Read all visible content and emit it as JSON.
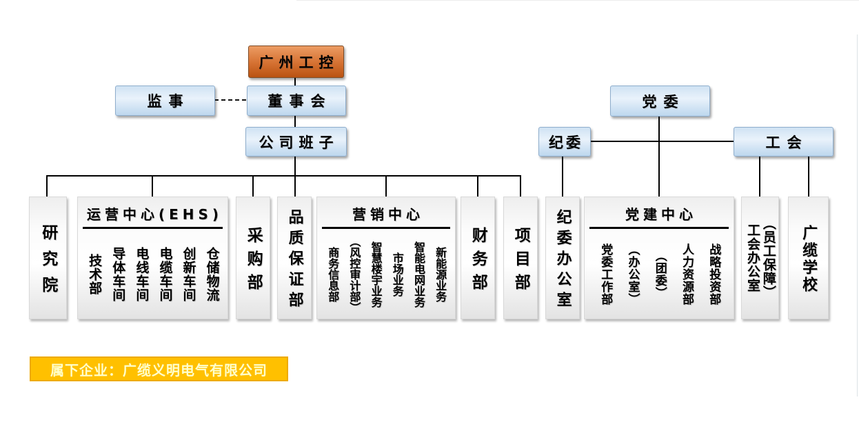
{
  "nodes": {
    "parent_company": {
      "label": "广州工控"
    },
    "supervisors": {
      "label": "监事"
    },
    "board": {
      "label": "董事会"
    },
    "executive_team": {
      "label": "公司班子"
    },
    "party_committee": {
      "label": "党委"
    },
    "discipline_committee": {
      "label": "纪委"
    },
    "labor_union": {
      "label": "工会"
    }
  },
  "departments": {
    "research_institute": {
      "label": "研究院"
    },
    "operations_center": {
      "title": "运营中心(EHS)",
      "items": [
        "技术部",
        "导体车间",
        "电线车间",
        "电缆车间",
        "创新车间",
        "仓储物流"
      ]
    },
    "procurement": {
      "label": "采购部"
    },
    "quality_assurance": {
      "label": "品质保证部"
    },
    "marketing_center": {
      "title": "营销中心",
      "items": [
        "商务信息部",
        "（风控审计部）",
        "智慧楼宇业务",
        "市场业务",
        "智能电网业务",
        "新能源业务"
      ]
    },
    "finance": {
      "label": "财务部"
    },
    "project": {
      "label": "项目部"
    },
    "discipline_office": {
      "label": "纪委办公室"
    },
    "party_building_center": {
      "title": "党建中心",
      "items": [
        "党委工作部",
        "（办公室）",
        "（团委）",
        "人力资源部",
        "战略投资部"
      ]
    },
    "union_office": {
      "line1": "工会办公室",
      "line2": "（员工保障）"
    },
    "cable_school": {
      "label": "广缆学校"
    }
  },
  "banner": {
    "label": "属下企业：广缆义明电气有限公司"
  },
  "colors": {
    "accent_orange": "#c9621f",
    "accent_blue": "#bdd7ee",
    "dept_box_gray": "#ededed",
    "banner_bg": "#ffc000",
    "banner_text": "#ffffcc",
    "connector_line": "#000000"
  }
}
